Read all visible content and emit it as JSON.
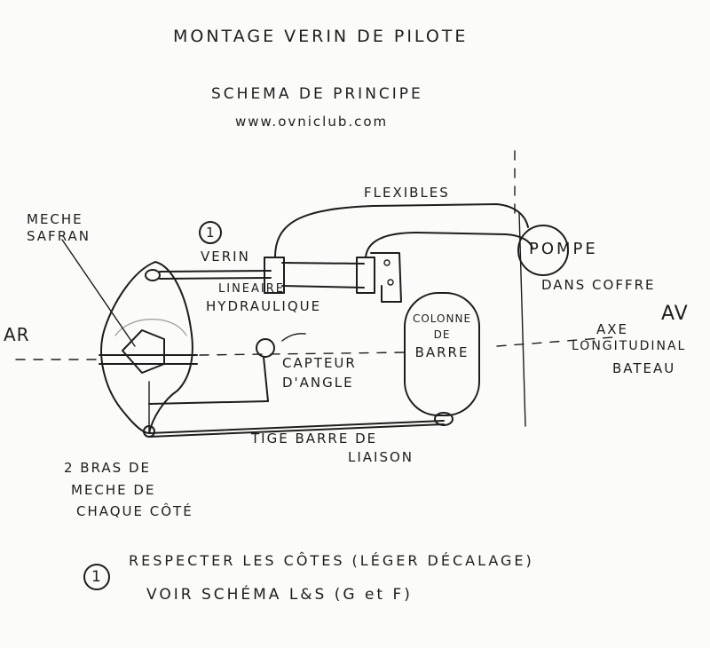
{
  "title": "MONTAGE VERIN DE PILOTE",
  "subtitle": "SCHEMA DE PRINCIPE",
  "website": "www.ovniclub.com",
  "labels": {
    "flexibles": "FLEXIBLES",
    "meche_safran_1": "MECHE",
    "meche_safran_2": "SAFRAN",
    "note_marker": "1",
    "verin": "VERIN",
    "lineaire": "LINEAIRE",
    "hydraulique": "HYDRAULIQUE",
    "pompe": "POMPE",
    "dans_coffre": "DANS COFFRE",
    "ar": "AR",
    "av": "AV",
    "colonne_1": "COLONNE",
    "colonne_2": "DE",
    "colonne_3": "BARRE",
    "axe_1": "AXE",
    "axe_2": "LONGITUDINAL",
    "axe_3": "BATEAU",
    "capteur_1": "CAPTEUR",
    "capteur_2": "D'ANGLE",
    "tige_1": "TIGE BARRE DE",
    "tige_2": "LIAISON",
    "bras_1": "2 BRAS DE",
    "bras_2": "MECHE DE",
    "bras_3": "CHAQUE CÔTÉ"
  },
  "footnote": {
    "marker": "1",
    "line1": "RESPECTER LES CÔTES (LÉGER DÉCALAGE)",
    "line2": "VOIR SCHÉMA L&S (G et F)"
  }
}
